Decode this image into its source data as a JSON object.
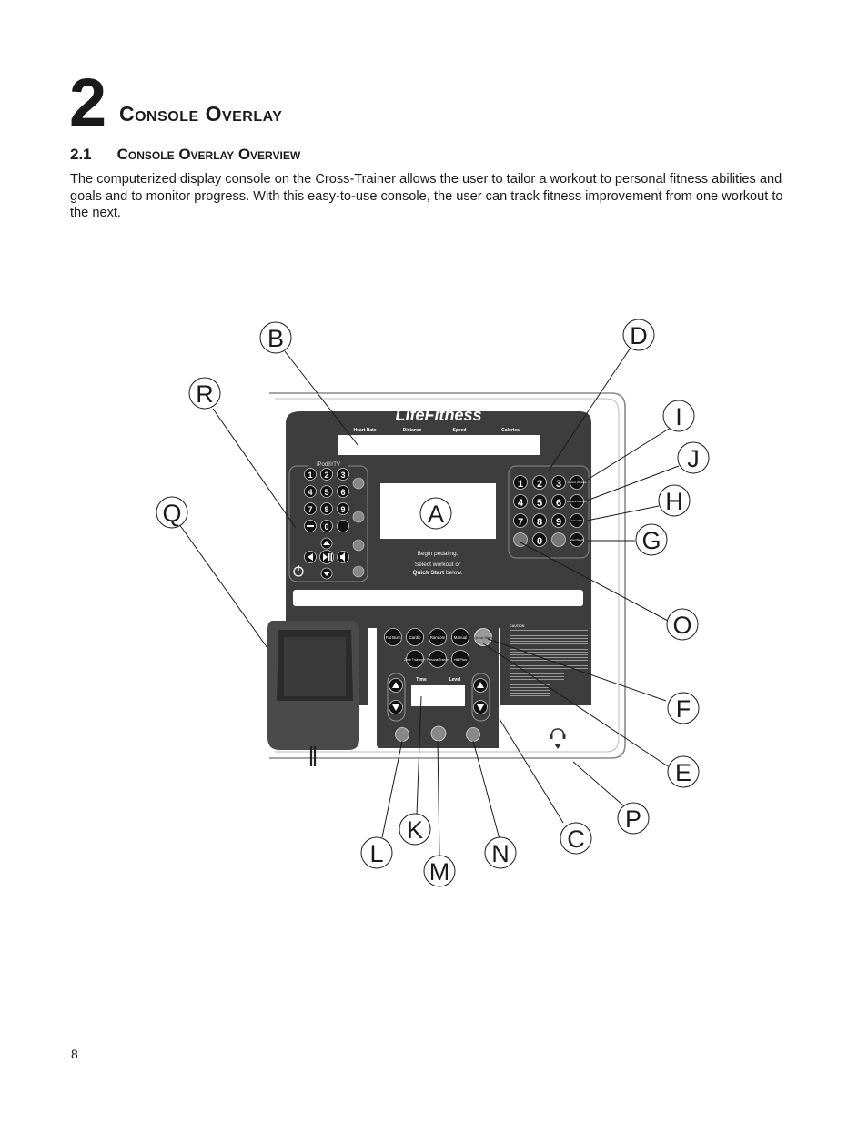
{
  "chapter": {
    "number": "2",
    "title": "Console Overlay"
  },
  "section": {
    "number": "2.1",
    "title": "Console Overlay Overview"
  },
  "intro": "The computerized display console on the Cross-Trainer allows the user to tailor a workout to personal fitness abilities and goals and to monitor progress. With this easy-to-use console, the user can track fitness improvement from one workout to the next.",
  "page_number": "8",
  "console": {
    "brand": "LifeFitness",
    "readouts": [
      "Heart Rate",
      "Distance",
      "Speed",
      "Calories"
    ],
    "ipod_label": "iPod®/TV",
    "message_lines": [
      "Begin pedaling.",
      "Select workout or"
    ],
    "message_bold": "Quick Start",
    "message_tail": " below.",
    "workouts_row1": [
      "Fat Burn",
      "Cardio",
      "Random",
      "Manual",
      "Quick Start"
    ],
    "workouts_row2": [
      "Zone Training +",
      "Personal Trainer",
      "Hill Plus"
    ],
    "time_label": "Time",
    "level_label": "Level",
    "caution_label": "CAUTION",
    "keypad": [
      "1",
      "2",
      "3",
      "4",
      "5",
      "6",
      "7",
      "8",
      "9",
      "0"
    ],
    "side_keys": [
      "Custom Workout",
      "Favorite Workout",
      "Enter PIN",
      "Enter Weight"
    ]
  },
  "callouts": [
    "A",
    "B",
    "C",
    "D",
    "E",
    "F",
    "G",
    "H",
    "I",
    "J",
    "K",
    "L",
    "M",
    "N",
    "O",
    "P",
    "Q",
    "R"
  ]
}
